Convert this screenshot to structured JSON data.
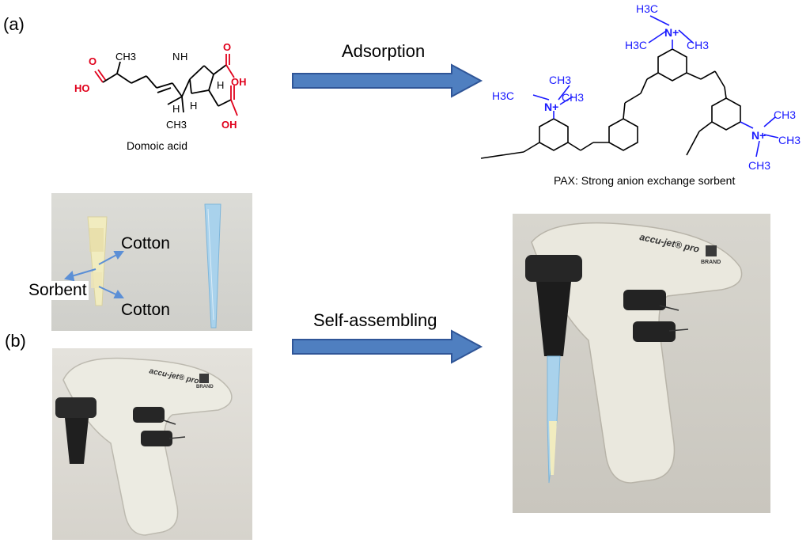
{
  "panels": {
    "a_label": "(a)",
    "b_label": "(b)"
  },
  "molecules": {
    "domoic": {
      "caption": "Domoic acid",
      "atoms": {
        "ho_left": "HO",
        "o_left": "O",
        "ch3_top": "CH3",
        "nh": "N",
        "h_nh": "H",
        "o_right": "O",
        "oh_right": "OH",
        "h_ring1": "H",
        "h_ring2": "H",
        "h_ring3": "H",
        "ch3_bottom": "CH3",
        "o_acid": "O",
        "oh_acid": "OH"
      }
    },
    "pax": {
      "caption": "PAX: Strong anion exchange sorbent",
      "atoms": {
        "top_h3c_upper": "H3C",
        "top_h3c_left": "H3C",
        "top_ch3_right": "CH3",
        "top_n": "N+",
        "left_h3c": "H3C",
        "left_ch3_top": "CH3",
        "left_ch3_right": "CH3",
        "left_n": "N+",
        "right_n": "N+",
        "right_ch3_top": "CH3",
        "right_ch3_right": "CH3",
        "right_ch3_bottom": "CH3"
      }
    }
  },
  "arrows": {
    "top_label": "Adsorption",
    "bottom_label": "Self-assembling"
  },
  "photo_tips": {
    "cotton_top": "Cotton",
    "sorbent": "Sorbent",
    "cotton_bottom": "Cotton"
  },
  "device": {
    "brand": "accu-jet® pro",
    "maker": "BRAND"
  },
  "colors": {
    "acid_red": "#e0001b",
    "amine_blue": "#1a1aff",
    "arrow_fill": "#4f7fc0",
    "arrow_stroke": "#2f5597",
    "annot_arrow": "#5b8fd6"
  }
}
